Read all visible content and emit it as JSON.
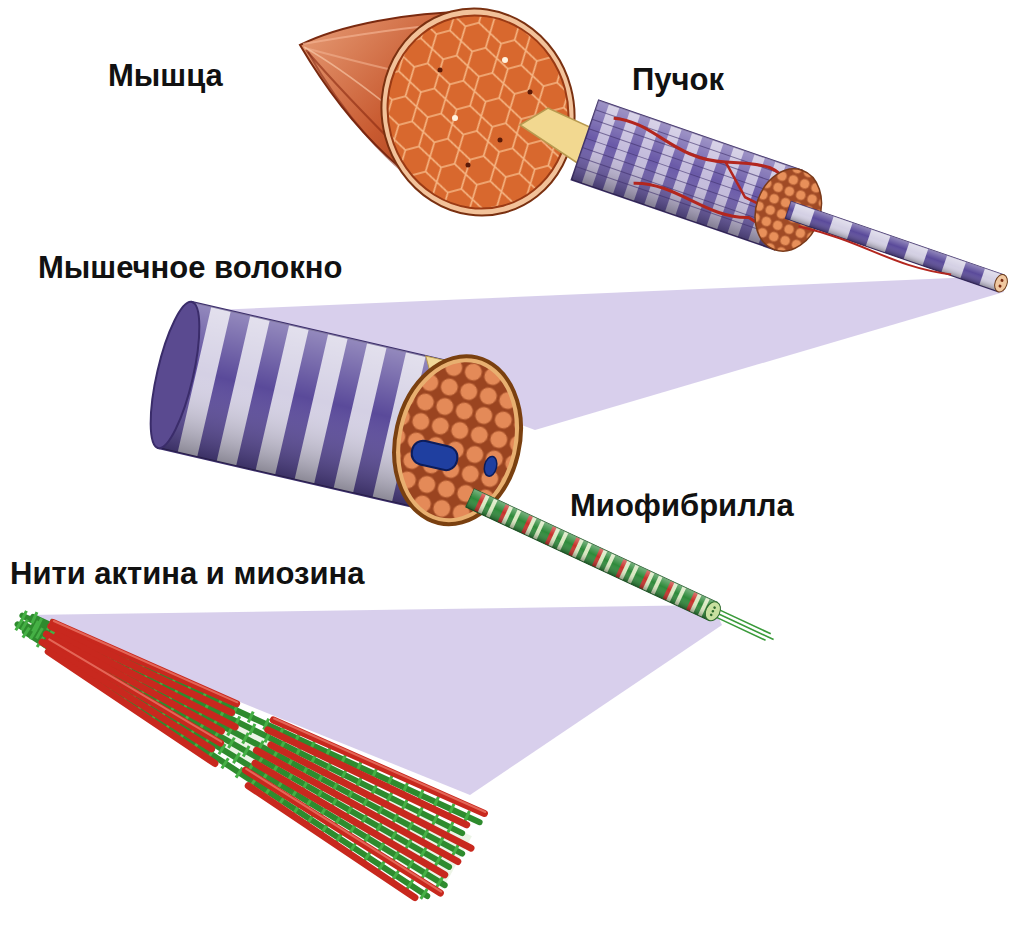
{
  "diagram": {
    "labels": [
      "Мышца",
      "Пучок",
      "Мышечное волокно",
      "Миофибрилла",
      "Нити актина и миозина"
    ]
  }
}
